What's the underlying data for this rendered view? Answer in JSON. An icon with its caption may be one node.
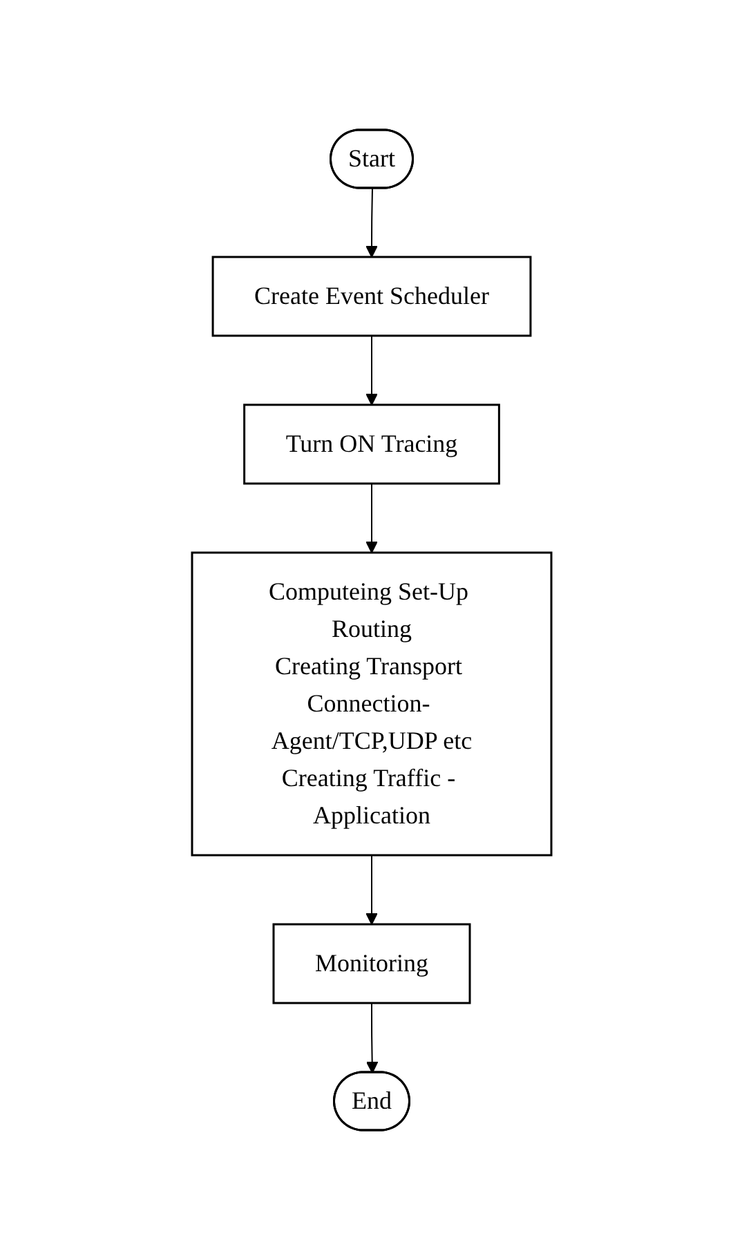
{
  "diagram": {
    "nodes": [
      {
        "text": [
          "Start"
        ]
      },
      {
        "text": [
          "Create Event Scheduler"
        ]
      },
      {
        "text": [
          "Turn ON Tracing"
        ]
      },
      {
        "text": [
          "Computeing Set-Up Routing",
          "Creating Transport Connection- Agent/TCP,UDP etc",
          "Creating Traffic - Application"
        ]
      },
      {
        "text": [
          "Monitoring"
        ]
      },
      {
        "text": [
          "End"
        ]
      }
    ],
    "edges": [
      {
        "from": 0,
        "to": 1,
        "arrow": "to"
      },
      {
        "from": 1,
        "to": 2,
        "arrow": "to"
      },
      {
        "from": 2,
        "to": 3,
        "arrow": "to"
      },
      {
        "from": 3,
        "to": 4,
        "arrow": "to"
      },
      {
        "from": 4,
        "to": 5,
        "arrow": "to"
      }
    ]
  }
}
